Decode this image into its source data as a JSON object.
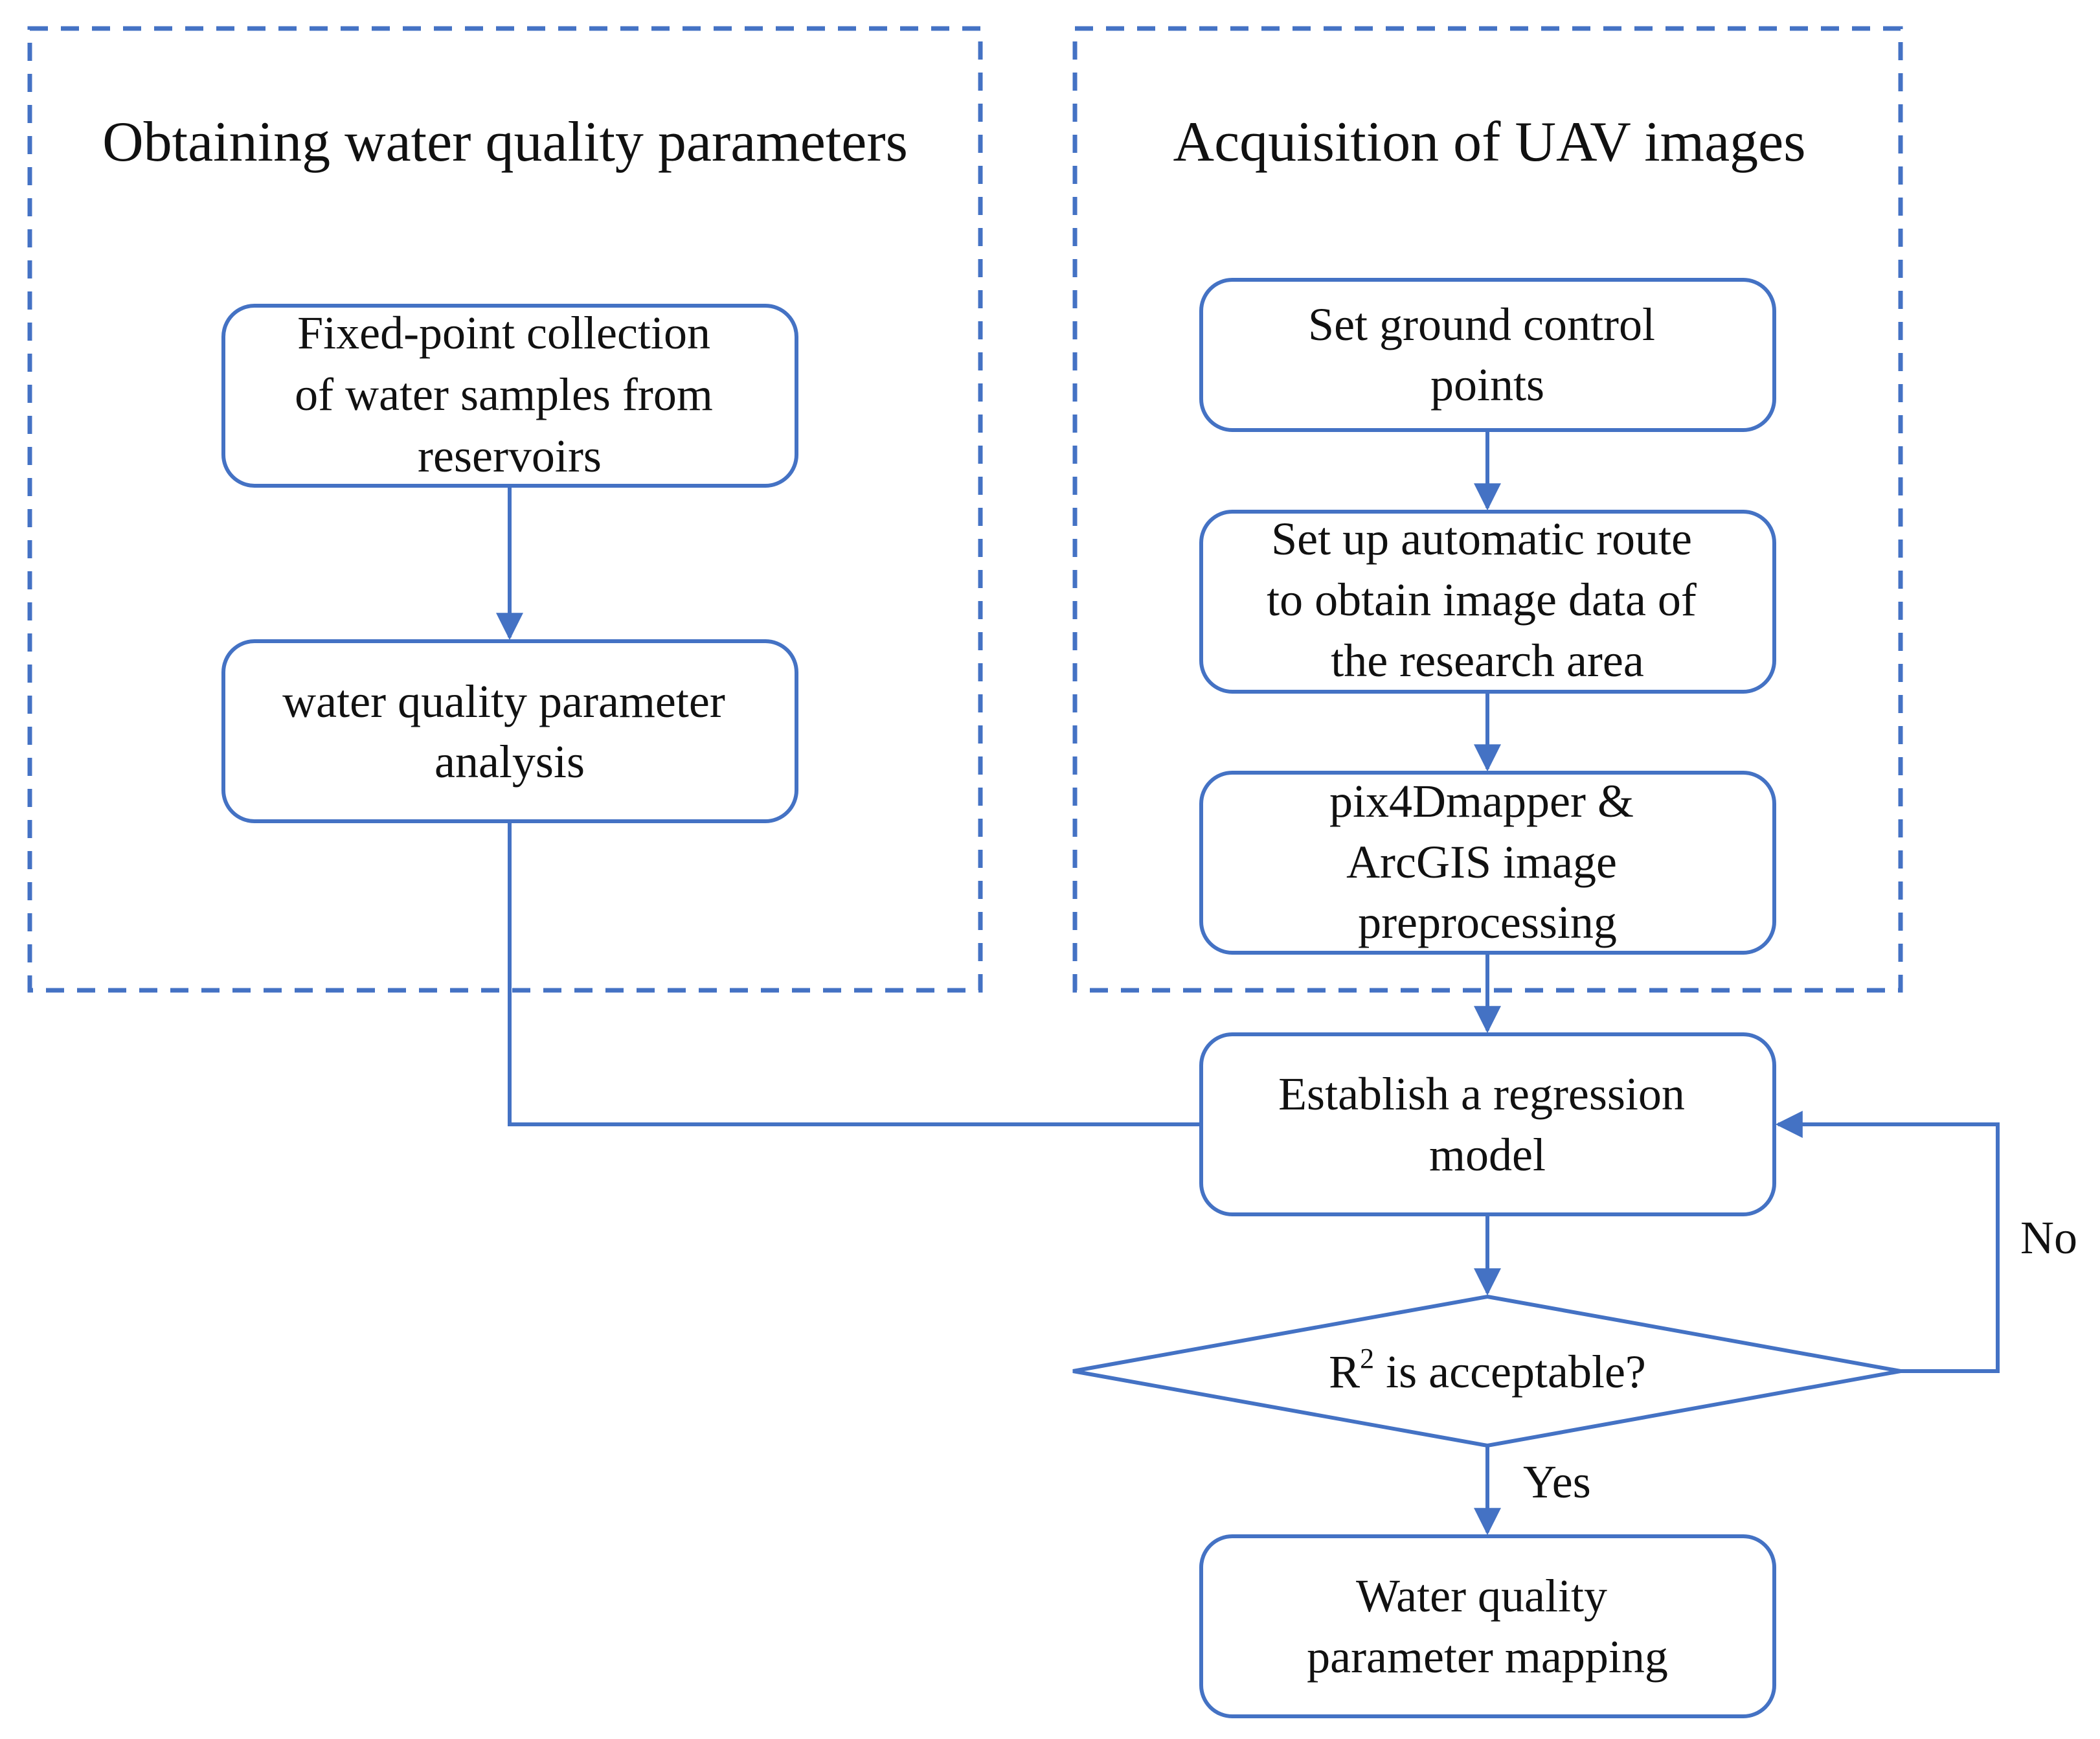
{
  "colors": {
    "line": "#4472C4",
    "text": "#111111",
    "background": "#ffffff"
  },
  "groups": {
    "water": {
      "title": "Obtaining water quality parameters"
    },
    "uav": {
      "title": "Acquisition of UAV images"
    }
  },
  "nodes": {
    "fixed_point": {
      "lines": [
        "Fixed-point collection",
        "of water samples from",
        "reservoirs"
      ]
    },
    "wq_analysis": {
      "lines": [
        "water quality parameter",
        "analysis"
      ]
    },
    "gcp": {
      "lines": [
        "Set ground control",
        "points"
      ]
    },
    "route": {
      "lines": [
        "Set up automatic route",
        "to obtain image data of",
        "the research area"
      ]
    },
    "preprocess": {
      "lines": [
        "pix4Dmapper &",
        "ArcGIS image",
        "preprocessing"
      ]
    },
    "regression": {
      "lines": [
        "Establish a regression",
        "model"
      ]
    },
    "decision": {
      "base": "R",
      "sup": "2",
      "rest": " is acceptable?"
    },
    "mapping": {
      "lines": [
        "Water quality",
        "parameter mapping"
      ]
    }
  },
  "edge_labels": {
    "yes": "Yes",
    "no": "No"
  }
}
